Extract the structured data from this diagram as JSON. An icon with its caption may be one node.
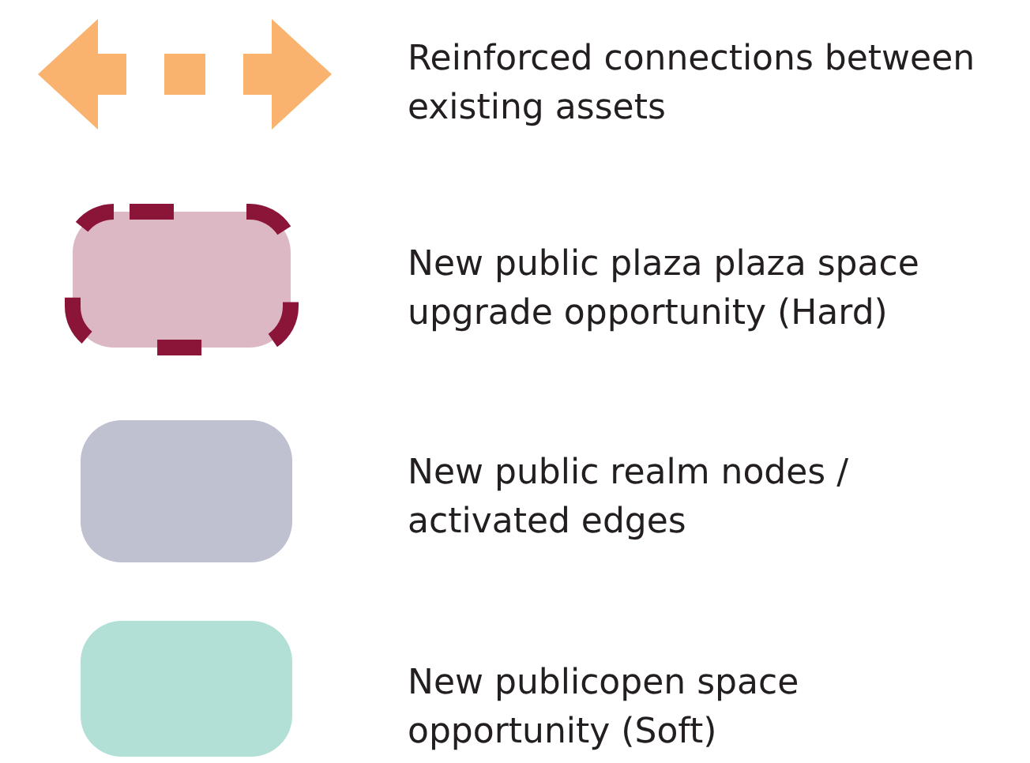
{
  "diagram": {
    "legend": [
      {
        "text": "Reinforced connections between existing assets"
      },
      {
        "text": "New public plaza plaza space upgrade opportunity (Hard)",
        "color": "#dcb8c4"
      },
      {
        "text": "New public realm nodes / activated edges",
        "color": "#bfc0d0"
      },
      {
        "text": "New publicopen space opportunity (Soft)",
        "color": "#b3e0d6"
      }
    ]
  }
}
